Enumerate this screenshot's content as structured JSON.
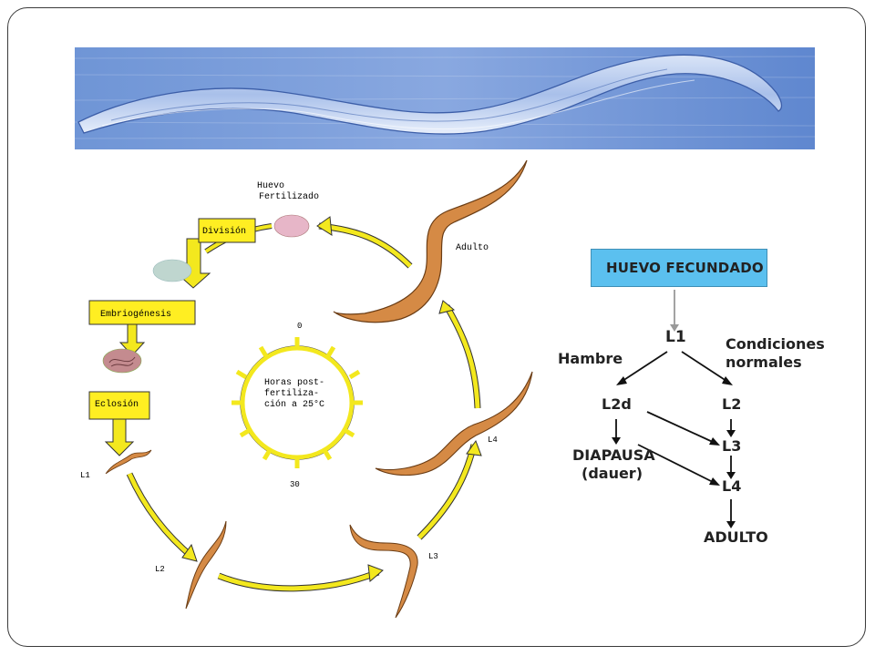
{
  "cycle": {
    "stage_labels": {
      "huevo_line1": "Huevo",
      "huevo_line2": "Fertilizado",
      "adulto": "Adulto",
      "l1": "L1",
      "l2": "L2",
      "l3": "L3",
      "l4": "L4"
    },
    "boxes": {
      "division": "División",
      "embriogenesis": "Embriogénesis",
      "eclosion": "Eclosión"
    },
    "clock": {
      "line1": "Horas post-",
      "line2": "fertiliza-",
      "line3": "ción a 25°C",
      "top_value": "0",
      "bottom_value": "30"
    },
    "colors": {
      "arrow_yellow": "#f3e81e",
      "worm_orange": "#d58a45",
      "box_yellow": "#ffee22"
    }
  },
  "flowchart": {
    "top_box": "HUEVO FECUNDADO",
    "l1": "L1",
    "hambre": "Hambre",
    "condiciones_1": "Condiciones",
    "condiciones_2": "normales",
    "l2d": "L2d",
    "l2": "L2",
    "l3": "L3",
    "diapausa_1": "DIAPAUSA",
    "diapausa_2": "(dauer)",
    "l4": "L4",
    "adulto": "ADULTO",
    "box_color": "#5bc0ef"
  }
}
